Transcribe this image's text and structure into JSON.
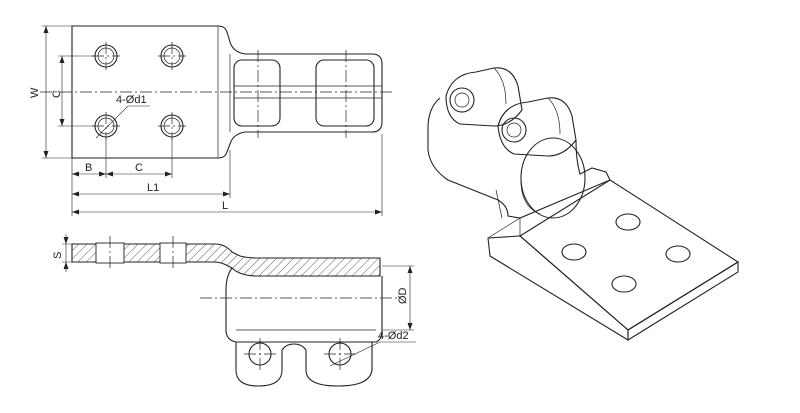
{
  "labels": {
    "w": "W",
    "c_vertical": "C",
    "hole_d1": "4-Ød1",
    "b": "B",
    "c_horizontal": "C",
    "l1": "L1",
    "l": "L",
    "s": "S",
    "d": "ØD",
    "hole_d2": "4-Ød2"
  }
}
